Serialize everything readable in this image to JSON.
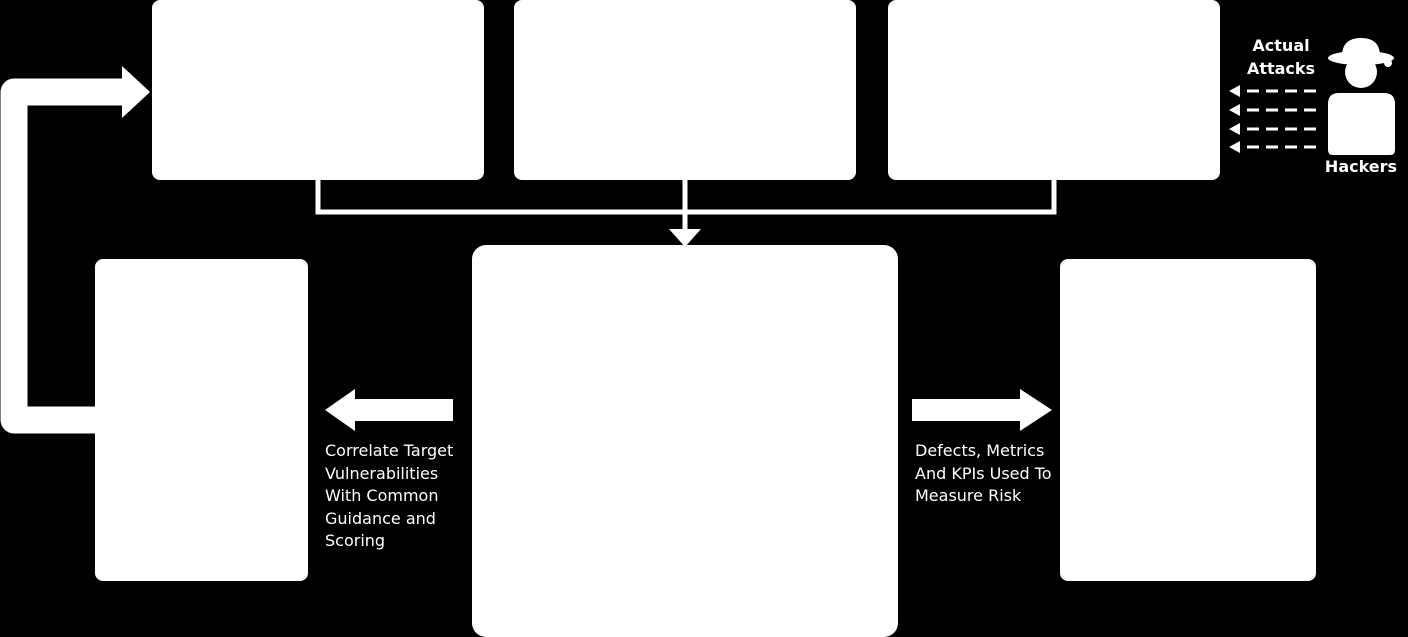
{
  "colors": {
    "background": "#000000",
    "foreground": "#ffffff"
  },
  "left_caption": {
    "lines": [
      "Correlate  Target",
      "Vulnerabilities",
      "With Common",
      "Guidance and",
      "Scoring"
    ]
  },
  "right_caption": {
    "lines": [
      "Defects, Metrics",
      "And KPIs Used To",
      "Measure Risk"
    ]
  },
  "attacks_label": {
    "lines": [
      "Actual",
      "Attacks"
    ]
  },
  "hackers_label": "Hackers",
  "icons": {
    "hacker": "hacker-icon"
  }
}
